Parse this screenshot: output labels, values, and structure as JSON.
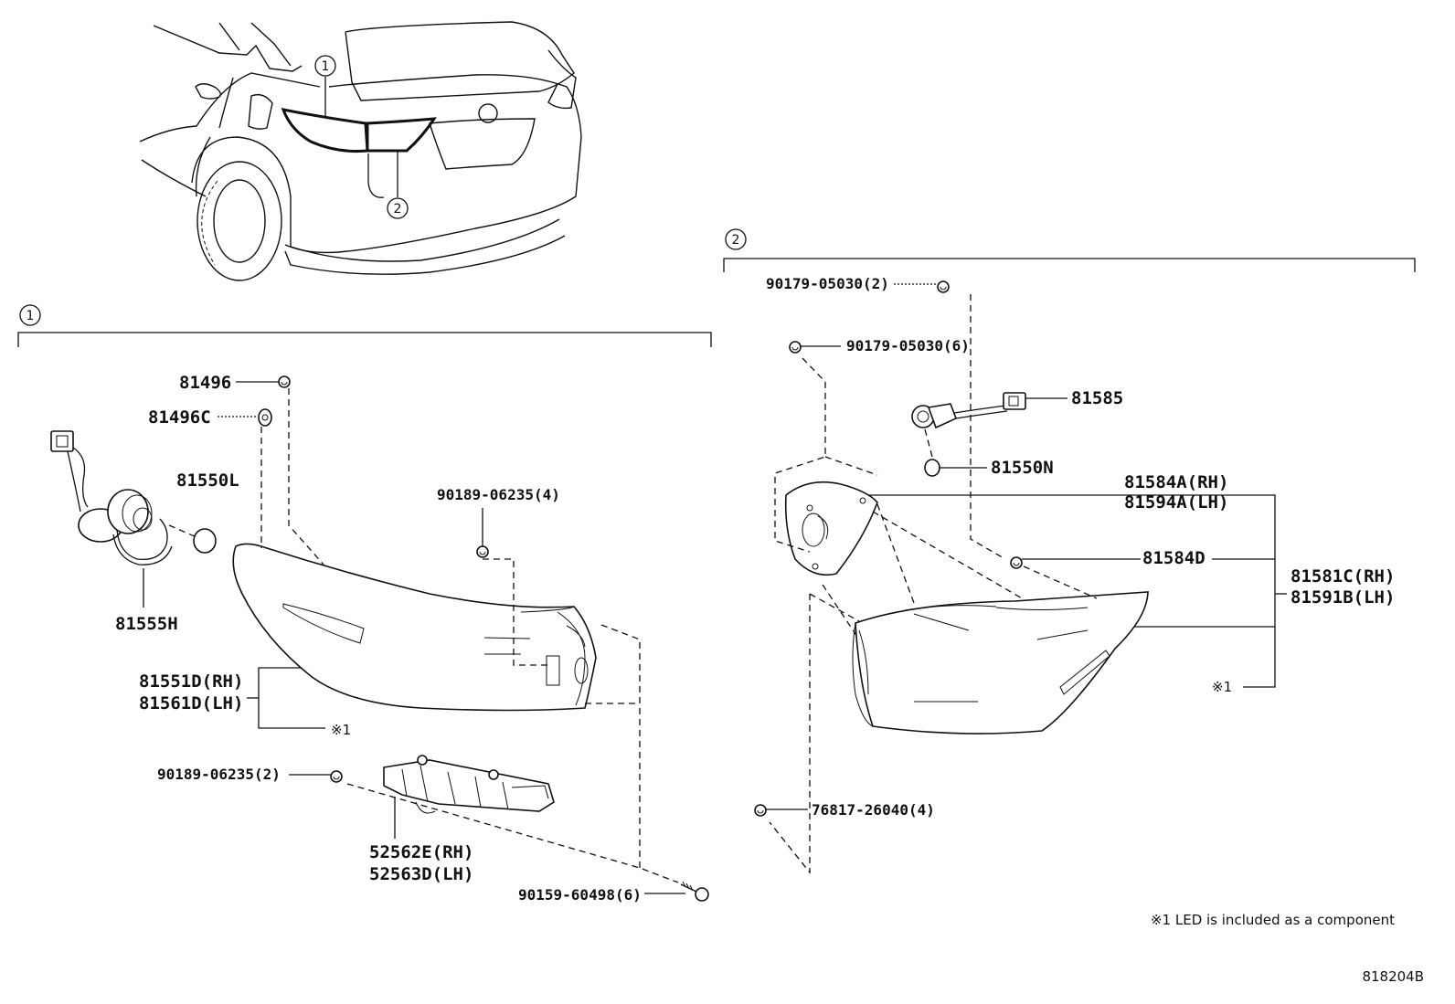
{
  "callouts": {
    "c1": "1",
    "c2": "2"
  },
  "group1": {
    "labels": {
      "p81496": "81496",
      "p81496c": "81496C",
      "p81550l": "81550L",
      "p81555h": "81555H",
      "p81551d": "81551D(RH)",
      "p81561d": "81561D(LH)",
      "note1": "※1",
      "p90189_4": "90189-06235(4)",
      "p90189_2": "90189-06235(2)",
      "p52562e": "52562E(RH)",
      "p52563d": "52563D(LH)",
      "p90159": "90159-60498(6)"
    }
  },
  "group2": {
    "labels": {
      "p90179_2": "90179-05030(2)",
      "p90179_6": "90179-05030(6)",
      "p81585": "81585",
      "p81550n": "81550N",
      "p81584a": "81584A(RH)",
      "p81594a": "81594A(LH)",
      "p81584d": "81584D",
      "p81581c": "81581C(RH)",
      "p81591b": "81591B(LH)",
      "note1": "※1",
      "p76817": "76817-26040(4)"
    }
  },
  "footnote": "※1 LED is included as a component",
  "diagram_id": "818204B",
  "icons": [
    "clip-icon",
    "bolt-icon",
    "bulb-icon",
    "socket-icon",
    "screw-icon"
  ]
}
